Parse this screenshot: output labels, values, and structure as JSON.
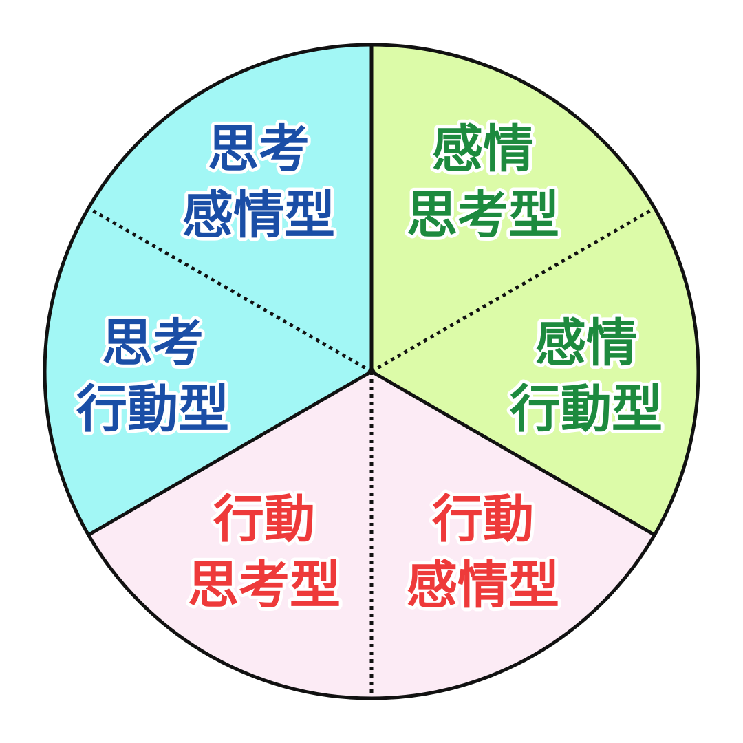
{
  "colors": {
    "blue_fill": "#a2f7f5",
    "green_fill": "#dcfba8",
    "pink_fill": "#fcebf5",
    "blue_text": "#1a4ea6",
    "green_text": "#1d8a3e",
    "red_text": "#ee3a3a",
    "outline": "#111111"
  },
  "segments": [
    {
      "id": "thinking-feeling",
      "group": "思考",
      "line1": "思考",
      "line2": "感情型",
      "fill": "#a2f7f5",
      "text_color": "#1a4ea6"
    },
    {
      "id": "feeling-thinking",
      "group": "感情",
      "line1": "感情",
      "line2": "思考型",
      "fill": "#dcfba8",
      "text_color": "#1d8a3e"
    },
    {
      "id": "feeling-action",
      "group": "感情",
      "line1": "感情",
      "line2": "行動型",
      "fill": "#dcfba8",
      "text_color": "#1d8a3e"
    },
    {
      "id": "action-feeling",
      "group": "行動",
      "line1": "行動",
      "line2": "感情型",
      "fill": "#fcebf5",
      "text_color": "#ee3a3a"
    },
    {
      "id": "action-thinking",
      "group": "行動",
      "line1": "行動",
      "line2": "思考型",
      "fill": "#fcebf5",
      "text_color": "#ee3a3a"
    },
    {
      "id": "thinking-action",
      "group": "思考",
      "line1": "思考",
      "line2": "行動型",
      "fill": "#a2f7f5",
      "text_color": "#1a4ea6"
    }
  ]
}
